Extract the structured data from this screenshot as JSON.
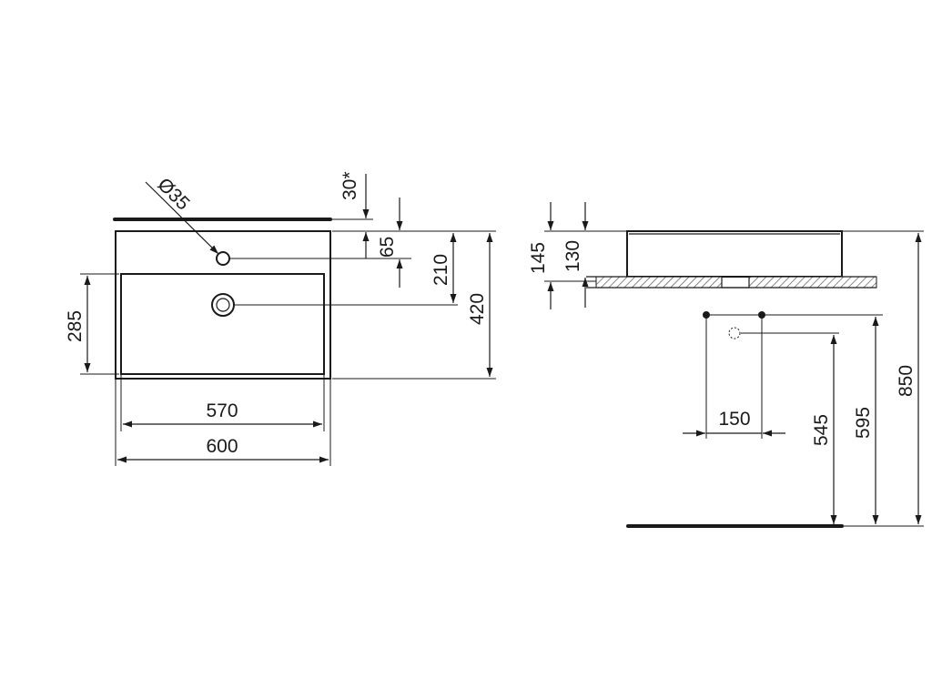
{
  "drawing": {
    "colors": {
      "line": "#1a1a1a",
      "background": "#ffffff"
    },
    "front_view": {
      "tap_hole_diameter": "Ø35",
      "tap_offset_from_wall": "30*",
      "tap_hole_height": "65",
      "outlet_height": "210",
      "total_depth": "420",
      "bowl_depth": "285",
      "bowl_width": "570",
      "total_width": "600"
    },
    "side_view": {
      "height_total": "145",
      "height_inner": "130",
      "waste_spacing": "150",
      "floor_to_waste": "545",
      "floor_to_drain": "595",
      "floor_to_rim": "850"
    }
  }
}
